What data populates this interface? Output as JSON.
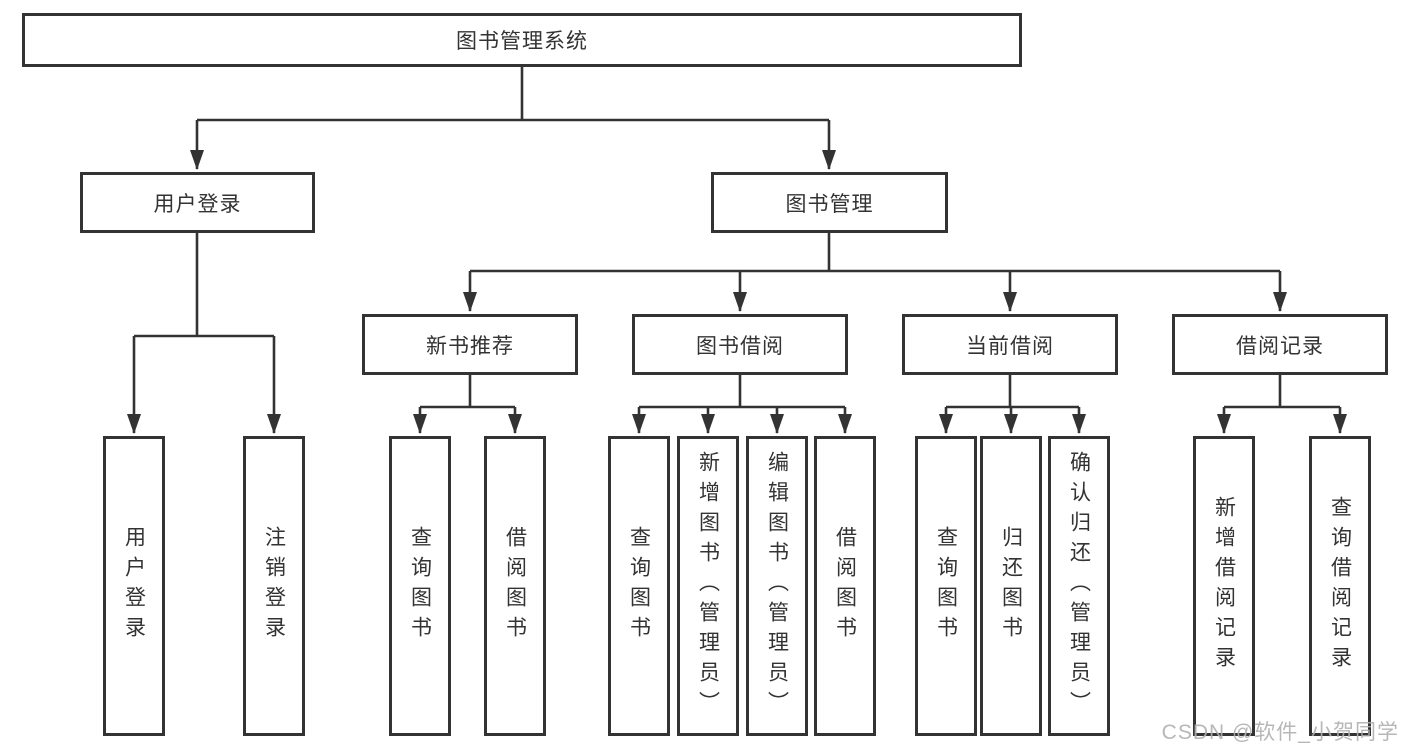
{
  "diagram": {
    "type": "hierarchy-tree",
    "colors": {
      "line": "#333333",
      "text": "#333333",
      "background": "#ffffff",
      "watermark": "#b3b3b3"
    },
    "tree": {
      "root": {
        "label": "图书管理系统",
        "children": [
          {
            "label": "用户登录",
            "children": [
              {
                "label": "用户登录"
              },
              {
                "label": "注销登录"
              }
            ]
          },
          {
            "label": "图书管理",
            "children": [
              {
                "label": "新书推荐",
                "children": [
                  {
                    "label": "查询图书"
                  },
                  {
                    "label": "借阅图书"
                  }
                ]
              },
              {
                "label": "图书借阅",
                "children": [
                  {
                    "label": "查询图书"
                  },
                  {
                    "label": "新增图书（管理员）"
                  },
                  {
                    "label": "编辑图书（管理员）"
                  },
                  {
                    "label": "借阅图书"
                  }
                ]
              },
              {
                "label": "当前借阅",
                "children": [
                  {
                    "label": "查询图书"
                  },
                  {
                    "label": "归还图书"
                  },
                  {
                    "label": "确认归还（管理员）"
                  }
                ]
              },
              {
                "label": "借阅记录",
                "children": [
                  {
                    "label": "新增借阅记录"
                  },
                  {
                    "label": "查询借阅记录"
                  }
                ]
              }
            ]
          }
        ]
      }
    },
    "watermark": "CSDN @软件_小贺同学"
  }
}
